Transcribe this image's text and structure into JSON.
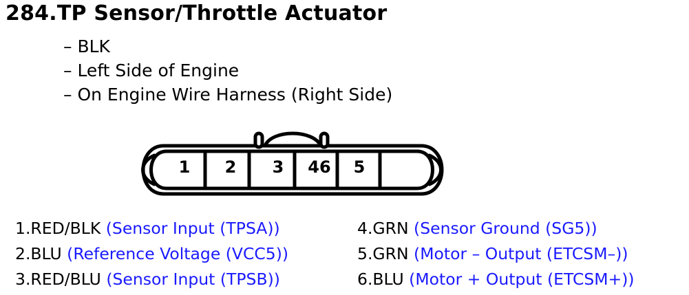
{
  "title": "284.TP Sensor/Throttle Actuator",
  "bullets": [
    "– BLK",
    "– Left Side of Engine",
    "– On Engine Wire Harness (Right Side)"
  ],
  "connector": {
    "cavities": [
      "1",
      "2",
      "3",
      "46",
      "5"
    ]
  },
  "pins_left": [
    {
      "label": "1.RED/BLK",
      "desc": "(Sensor Input (TPSA))"
    },
    {
      "label": "2.BLU",
      "desc": "(Reference Voltage (VCC5))"
    },
    {
      "label": "3.RED/BLU",
      "desc": "(Sensor Input (TPSB))"
    }
  ],
  "pins_right": [
    {
      "label": "4.GRN",
      "desc": "(Sensor Ground (SG5))"
    },
    {
      "label": "5.GRN",
      "desc": "(Motor – Output (ETCSM–))"
    },
    {
      "label": "6.BLU",
      "desc": "(Motor + Output (ETCSM+))"
    }
  ],
  "colors": {
    "description_text": "#1a1aff",
    "line": "#000000"
  }
}
